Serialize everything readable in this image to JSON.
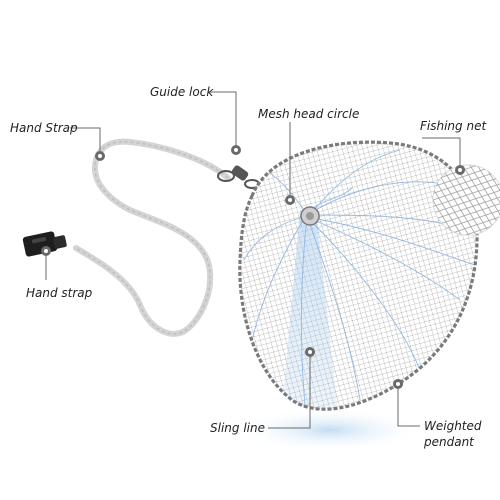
{
  "labels": {
    "guide_lock": "Guide lock",
    "mesh_head_circle": "Mesh head circle",
    "hand_strap_top": "Hand Strap",
    "fishing_net": "Fishing net",
    "hand_strap_bottom": "Hand strap",
    "sling_line": "Sling line",
    "weighted_pendant_line1": "Weighted",
    "weighted_pendant_line2": "pendant"
  },
  "icons": {
    "marker": "callout-dot-icon",
    "buckle": "strap-buckle-icon",
    "swivel": "swivel-lock-icon",
    "zoom": "net-mesh-zoom-icon"
  },
  "colors": {
    "label_text": "#222222",
    "leader_line": "#6a6a6a",
    "net_mesh": "#8a8a8a",
    "sling_line": "#8ab4e0",
    "weighted_edge": "#7a7a7a",
    "rope": "#c9c9c9",
    "buckle": "#1e1e1e",
    "glow": "#b9d6f2"
  }
}
